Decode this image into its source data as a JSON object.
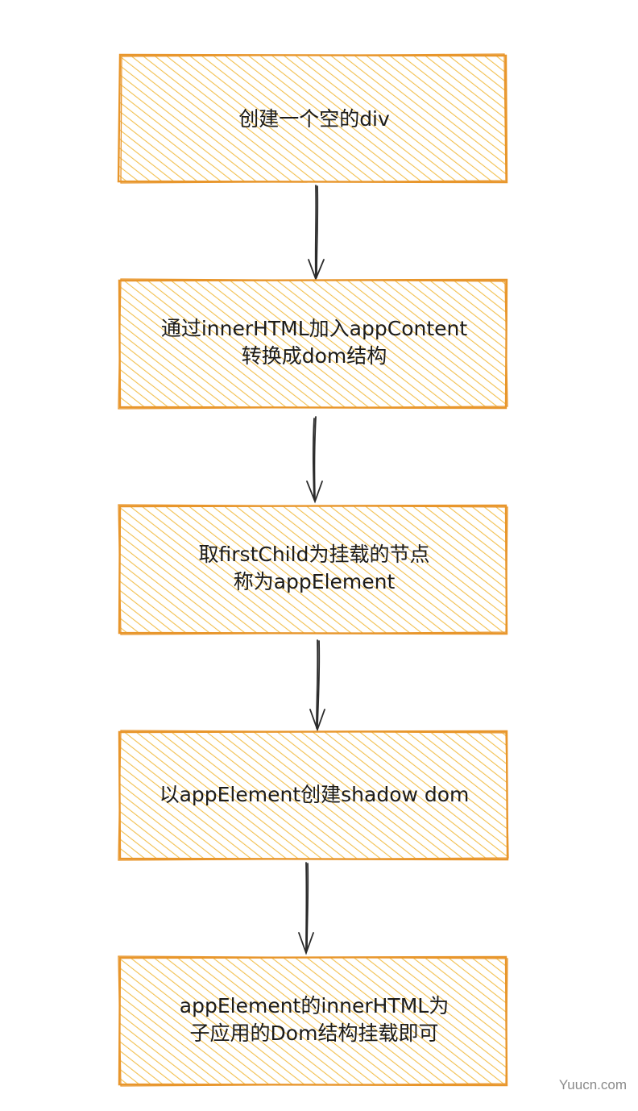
{
  "colors": {
    "box_stroke": "#e8962c",
    "box_hatch": "#f2c04f",
    "arrow": "#2b2b2b",
    "text": "#1b1b1b",
    "background": "#ffffff"
  },
  "steps": [
    {
      "lines": [
        "创建一个空的div"
      ]
    },
    {
      "lines": [
        "通过innerHTML加入appContent",
        "转换成dom结构"
      ]
    },
    {
      "lines": [
        "取firstChild为挂载的节点",
        "称为appElement"
      ]
    },
    {
      "lines": [
        "以appElement创建shadow dom"
      ]
    },
    {
      "lines": [
        "appElement的innerHTML为",
        "子应用的Dom结构挂载即可"
      ]
    }
  ],
  "watermark": "Yuucn.com"
}
